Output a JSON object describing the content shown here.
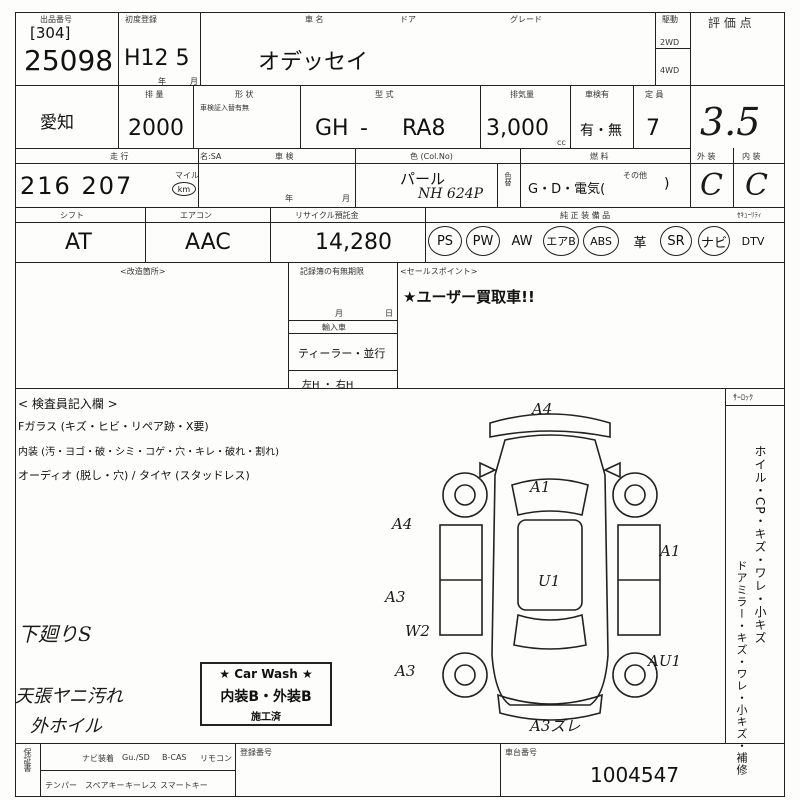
{
  "header": {
    "lot_label": "出品番号",
    "lot_prefix": "[304]",
    "lot_number": "25098",
    "reg_label": "初度登録",
    "reg_value": "H12 5",
    "reg_year_sub": "年",
    "reg_month_sub": "月",
    "car_label": "車 名",
    "car_name": "オデッセイ",
    "door_label": "ドア",
    "grade_label": "グレード",
    "drive_label": "駆動",
    "drive_2wd": "2WD",
    "drive_4wd": "4WD",
    "score_label": "評 価 点",
    "score_value": "3.5"
  },
  "row2": {
    "location": "愛知",
    "cc_label": "排 量",
    "cc_value": "2000",
    "shape_label": "形 状",
    "shape_sub": "車検証入替有無",
    "model_label": "型 式",
    "model_prefix": "GH",
    "model_dash": "-",
    "model_code": "RA8",
    "displacement_label": "排気量",
    "displacement_value": "3,000",
    "displacement_unit": "cc",
    "inspection_label": "車検有",
    "inspection_value": "有・無",
    "capacity_label": "定 員",
    "capacity_value": "7"
  },
  "row3": {
    "mileage_label": "走 行",
    "mileage_value": "216 207",
    "mileage_unit": "km",
    "mileage_mile": "マイル",
    "mileage_inspect": "名:SA",
    "shaken_label": "車 検",
    "shaken_year": "年",
    "shaken_month": "月",
    "color_label": "色 (Col.No)",
    "color_name": "パール",
    "color_code": "NH 624P",
    "color_tag": "色替",
    "fuel_label": "燃 料",
    "fuel_value": "G・D・電気(",
    "fuel_other": "その他",
    "fuel_close": ")",
    "exterior_label": "外 装",
    "exterior_value": "C",
    "interior_label": "内 装",
    "interior_value": "C"
  },
  "row4": {
    "shift_label": "シフト",
    "shift_value": "AT",
    "ac_label": "エアコン",
    "ac_value": "AAC",
    "recycle_label": "リサイクル預託金",
    "recycle_value": "14,280",
    "equip_label": "純 正 装 備 品",
    "equipment": [
      "PS",
      "PW",
      "AW",
      "エアB",
      "ABS",
      "革",
      "SR",
      "ナビ",
      "DTV"
    ],
    "extra_label": "ｾｷｭｰﾘﾃｨ"
  },
  "notes": {
    "left_label": "<改造箇所>",
    "mid_label": "記録簿の有無期限",
    "mid_month": "月",
    "mid_day": "日",
    "import_label": "輸入車",
    "dealer": "ティーラー・並行",
    "steer": "左H ・ 右H",
    "sales_label": "<セールスポイント>",
    "sales_point": "★ユーザー買取車!!"
  },
  "inspector": {
    "label": "< 検査員記入欄 >",
    "line1": "Fガラス (キズ・ヒビ・リペア跡・X要)",
    "line2": "内装 (汚・ヨゴ・破・シミ・コゲ・穴・キレ・破れ・割れ)",
    "line3": "オーディオ (脱し・穴) / タイヤ (スタッドレス)",
    "hand1": "下廻りS",
    "hand2": "天張ヤニ汚れ",
    "hand3": "外ホイル",
    "right_label": "ｻｰﾛｯｸ",
    "right_vertical": "ホイル・CP・キズ・ワレ・小キズ",
    "right_vertical2": "ドアミラー・キズ・ワレ・小キズ・補修",
    "carwash_title": "★ Car Wash ★",
    "carwash_body": "内装B・外装B",
    "carwash_note": "施工済"
  },
  "diagram": {
    "marks": [
      "A4",
      "A1",
      "A4",
      "A1",
      "A3",
      "U1",
      "W2",
      "A3",
      "AU1",
      "A3ズレ"
    ]
  },
  "footer": {
    "labels": [
      "保証書",
      "ナビ装着",
      "Gu./SD",
      "B-CAS",
      "リモコン",
      "テンパー",
      "スペアキー",
      "キーレス",
      "スマートキー"
    ],
    "dealer_label": "登録番号",
    "chassis_label": "車台番号",
    "chassis_number": "1004547"
  }
}
